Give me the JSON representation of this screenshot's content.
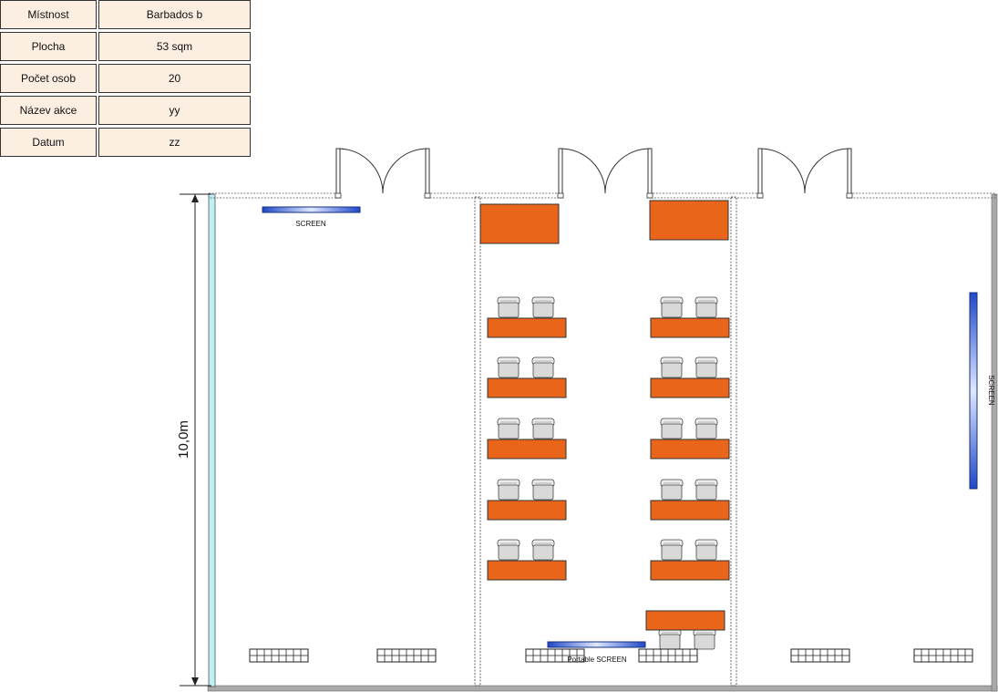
{
  "info_table": [
    {
      "key": "Místnost",
      "value": "Barbados b"
    },
    {
      "key": "Plocha",
      "value": "53 sqm"
    },
    {
      "key": "Počet osob",
      "value": "20"
    },
    {
      "key": "Název akce",
      "value": "yy"
    },
    {
      "key": "Datum",
      "value": "zz"
    }
  ],
  "plan": {
    "dimension_label": "10,0m",
    "screen_label_left": "SCREEN",
    "screen_label_right": "SCREEN",
    "portable_screen_label": "Portable SCREEN"
  },
  "colors": {
    "table": "#e8651a",
    "screen": "#2a5bd7",
    "cell_bg": "#fdeee2",
    "wall": "#a9a9a9",
    "window": "#bff0f6"
  }
}
